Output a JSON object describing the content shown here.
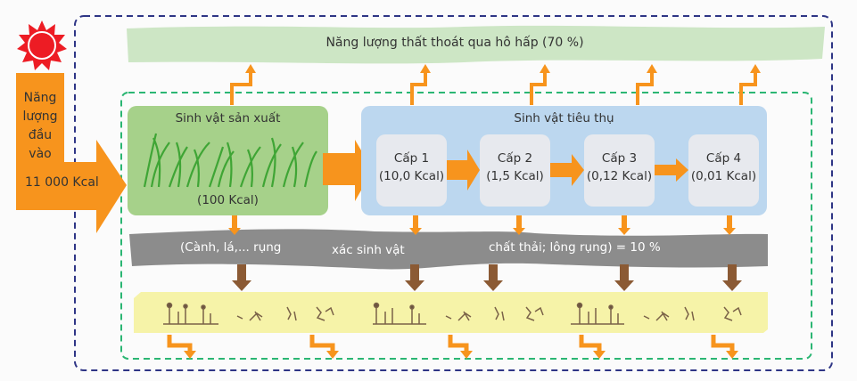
{
  "colors": {
    "orange": "#f7941d",
    "producer": "#a6d18a",
    "consumer": "#bcd7ef",
    "level_box": "#e7e9ee",
    "respiration_band": "#cde6c5",
    "detritus_band": "#8c8c8c",
    "decomposer_band": "#f6f3a8",
    "brown_arrow": "#8b5a34",
    "outer_border": "#2e3585",
    "inner_border": "#2bb673",
    "sun": "#ed1c24"
  },
  "input": {
    "label_lines": [
      "Năng",
      "lượng",
      "đầu",
      "vào"
    ],
    "value": "11 000 Kcal",
    "icon": "sun-icon"
  },
  "respiration": {
    "label": "Năng lượng thất thoát qua hô hấp (70 %)"
  },
  "producer": {
    "title": "Sinh vật sản xuất",
    "value": "(100 Kcal)",
    "icon": "grass-icon"
  },
  "consumers": {
    "title": "Sinh vật tiêu thụ",
    "levels": [
      {
        "name": "Cấp 1",
        "value": "(10,0 Kcal)"
      },
      {
        "name": "Cấp 2",
        "value": "(1,5 Kcal)"
      },
      {
        "name": "Cấp 3",
        "value": "(0,12 Kcal)"
      },
      {
        "name": "Cấp 4",
        "value": "(0,01 Kcal)"
      }
    ]
  },
  "detritus": {
    "part1": "(Cành, lá,... rụng",
    "part2": "xác sinh vật",
    "part3": "chất thải; lông rụng) = 10 %"
  },
  "decomposers": {
    "icons": [
      "fungi-icon",
      "bacteria-icon",
      "fungi-icon",
      "bacteria-icon"
    ]
  }
}
